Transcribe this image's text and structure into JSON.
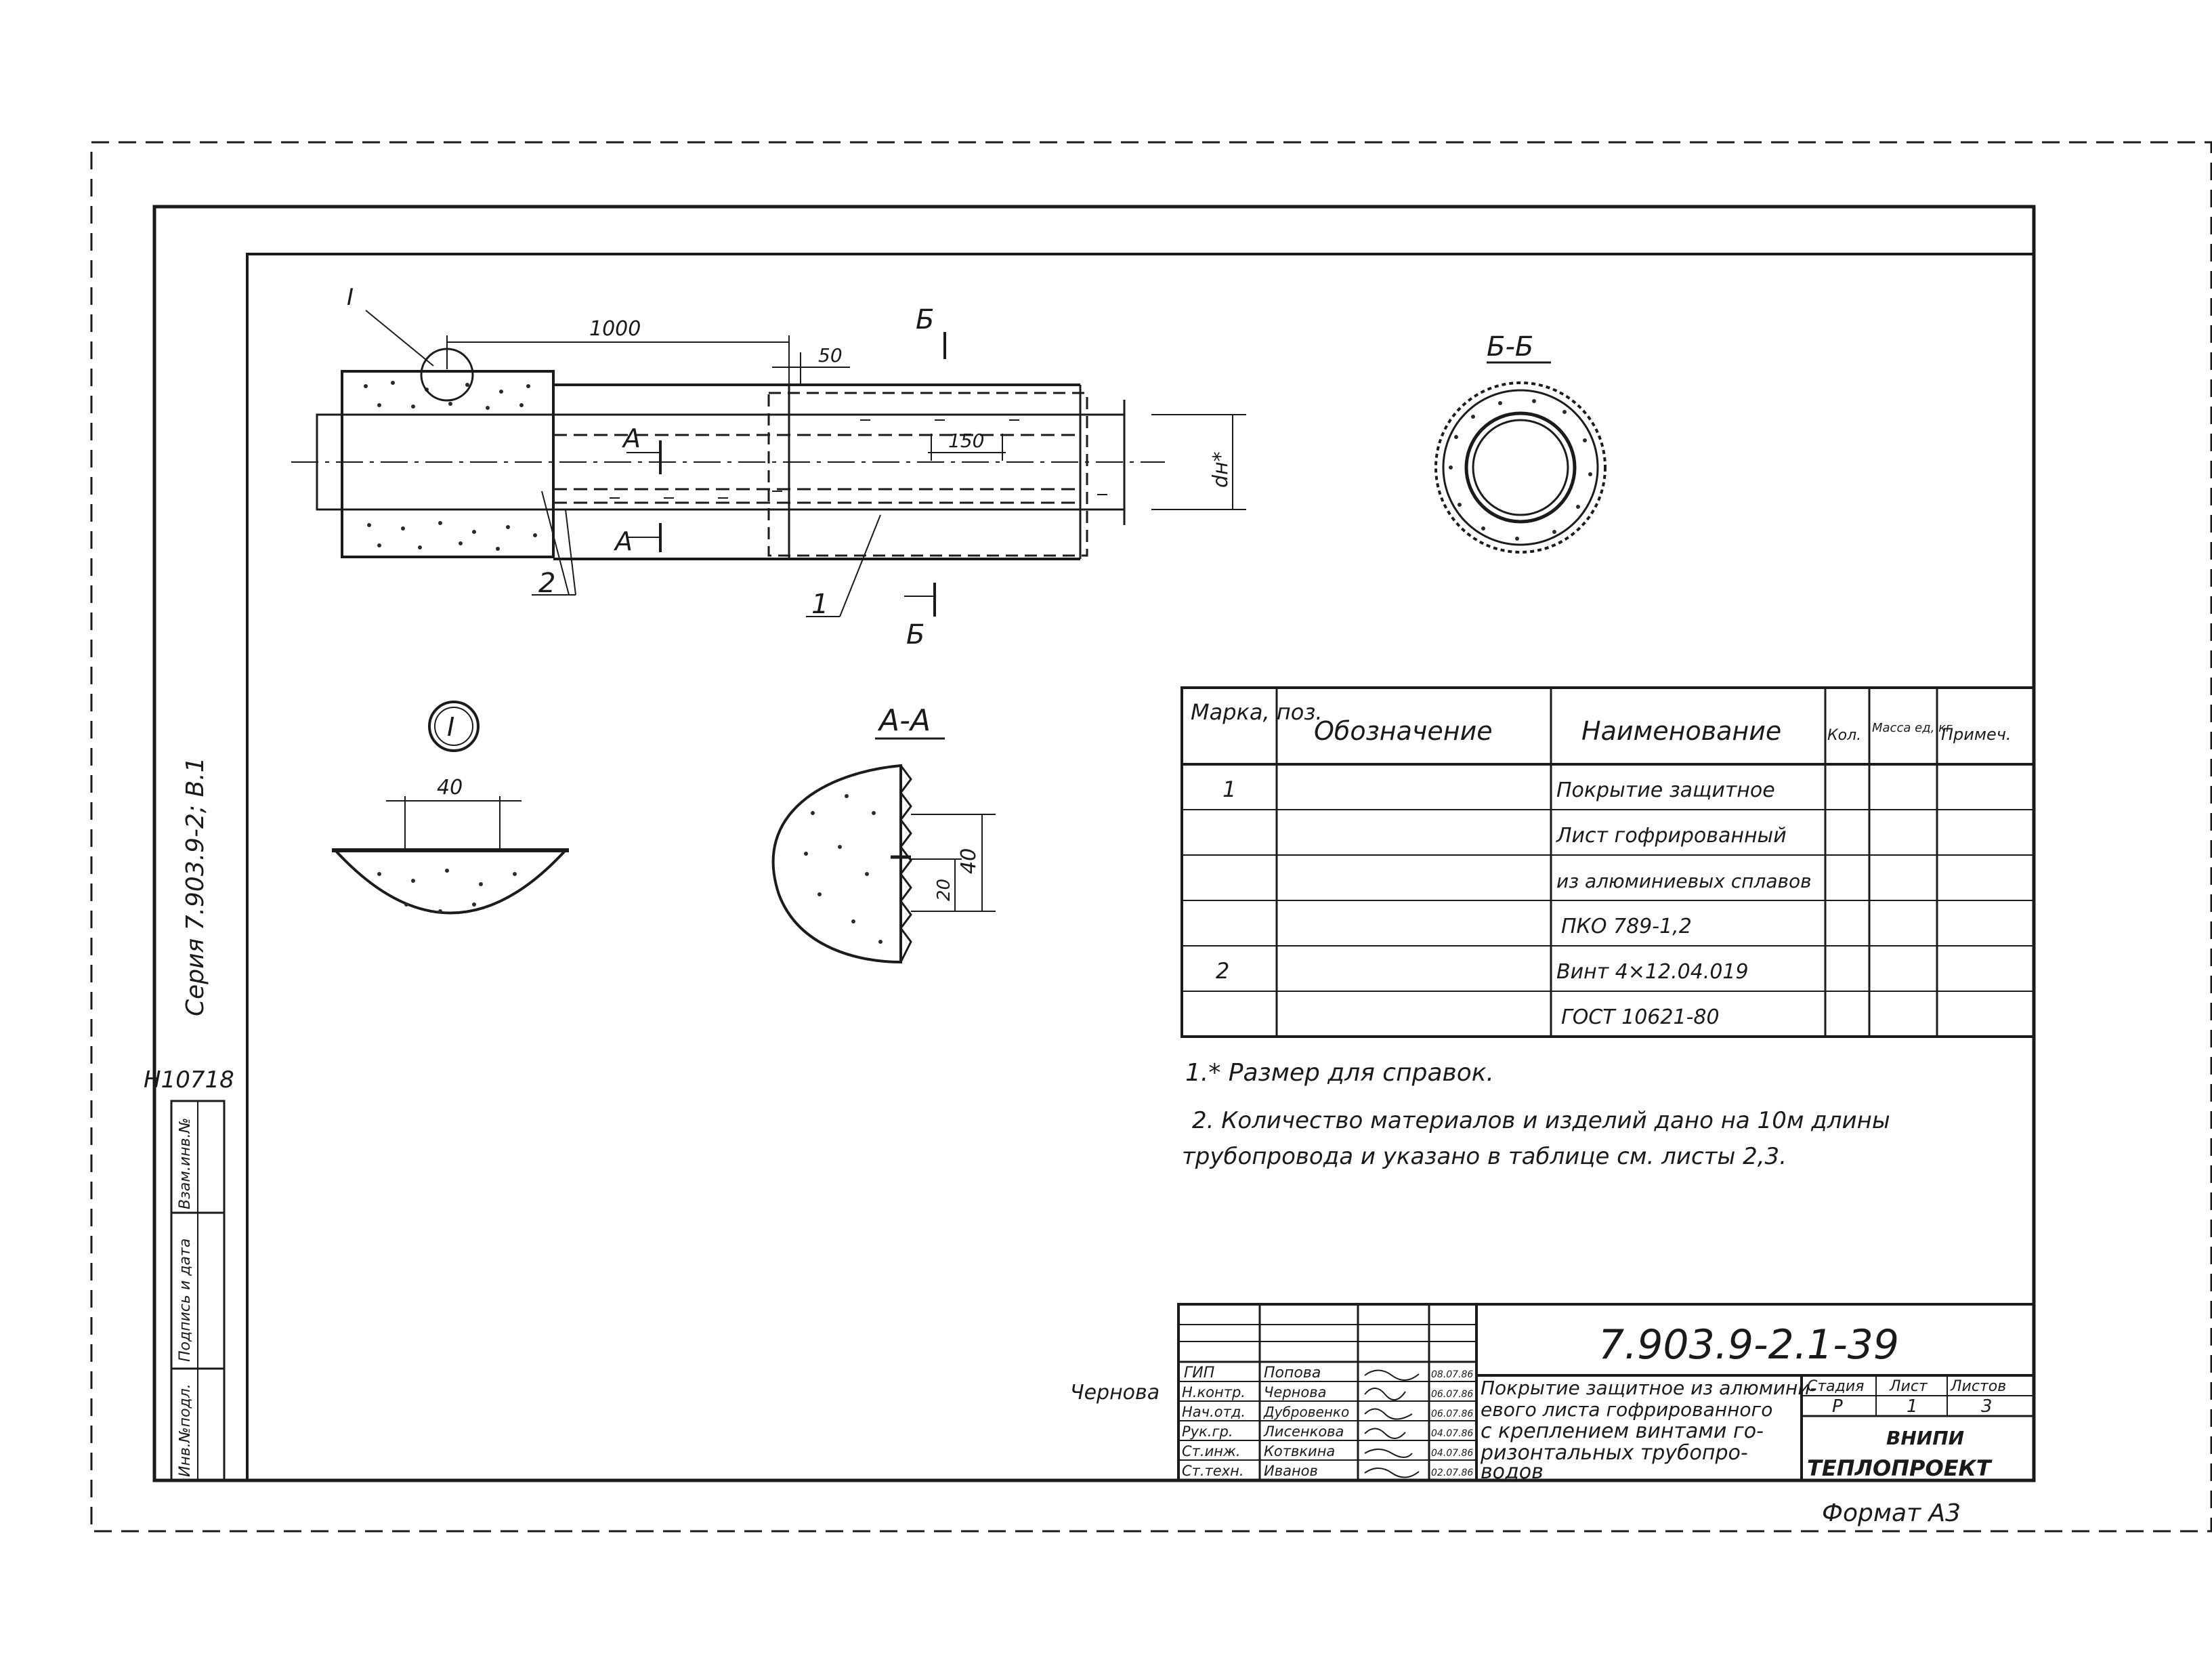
{
  "sheet": {
    "format_label": "Формат А3",
    "series_label": "Серия 7.903.9-2; В.1",
    "inventory_code": "Н10718",
    "side_stamp": [
      "Инв.№подл.",
      "Подпись и дата",
      "Взам.инв.№"
    ],
    "handwritten_note": "Чернова"
  },
  "drawing": {
    "dim_1000": "1000",
    "dim_50": "50",
    "dim_150": "150",
    "dim_dn": "dн*",
    "section_A_letter": "А",
    "section_B_letter": "Б",
    "callout_1": "1",
    "callout_2": "2",
    "detail_mark": "I",
    "view_BB_title": "Б-Б",
    "view_AA_title": "А-А",
    "detail_dim_40": "40",
    "aa_dim_40": "40",
    "aa_dim_20": "20"
  },
  "spec_table": {
    "headers": [
      "Марка, поз.",
      "Обозначение",
      "Наименование",
      "Кол.",
      "Масса ед, кг",
      "Примеч."
    ],
    "rows": [
      [
        "1",
        "",
        "Покрытие защитное",
        "",
        "",
        ""
      ],
      [
        "",
        "",
        "Лист гофрированный",
        "",
        "",
        ""
      ],
      [
        "",
        "",
        "из алюминиевых сплавов",
        "",
        "",
        ""
      ],
      [
        "",
        "",
        "ПКО 789-1,2",
        "",
        "",
        ""
      ],
      [
        "2",
        "",
        "Винт 4×12.04.019",
        "",
        "",
        ""
      ],
      [
        "",
        "",
        "ГОСТ 10621-80",
        "",
        "",
        ""
      ]
    ]
  },
  "notes": [
    "1.* Размер для справок.",
    "2. Количество материалов и изделий дано на 10м длины",
    "трубопровода и указано в таблице см. листы 2,3."
  ],
  "title_block": {
    "doc_number": "7.903.9-2.1-39",
    "staff": [
      {
        "role": "ГИП",
        "name": "Попова",
        "date": "08.07.86"
      },
      {
        "role": "Н.контр.",
        "name": "Чернова",
        "date": "06.07.86"
      },
      {
        "role": "Нач.отд.",
        "name": "Дубровенко",
        "date": "06.07.86"
      },
      {
        "role": "Рук.гр.",
        "name": "Лисенкова",
        "date": "04.07.86"
      },
      {
        "role": "Ст.инж.",
        "name": "Котвкина",
        "date": "04.07.86"
      },
      {
        "role": "Ст.техн.",
        "name": "Иванов",
        "date": "02.07.86"
      }
    ],
    "title_lines": [
      "Покрытие защитное из алюмини-",
      "евого листа гофрированного",
      "с креплением винтами го-",
      "ризонтальных трубопро-",
      "водов"
    ],
    "stage_header": "Стадия",
    "sheet_header": "Лист",
    "sheets_header": "Листов",
    "stage_value": "Р",
    "sheet_value": "1",
    "sheets_value": "3",
    "org_line1": "ВНИПИ",
    "org_line2": "ТЕПЛОПРОЕКТ"
  }
}
